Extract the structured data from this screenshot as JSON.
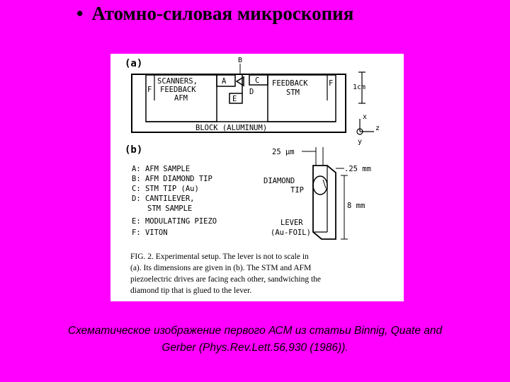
{
  "slide": {
    "bullet": "•",
    "title": "Атомно-силовая микроскопия",
    "caption_line1": "Схематическое изображение первого АСМ из статьи Binnig, Quate and",
    "caption_line2": "Gerber (Phys.Rev.Lett.56,930 (1986))."
  },
  "figure": {
    "panel_a": "(a)",
    "panel_b": "(b)",
    "label_b_top": "B",
    "scanners": "SCANNERS,",
    "feedback_afm1": "FEEDBACK",
    "feedback_afm2": "AFM",
    "label_a": "A",
    "label_c": "C",
    "label_d": "D",
    "label_e": "E",
    "label_f_left": "F",
    "label_f_right": "F",
    "feedback_stm1": "FEEDBACK",
    "feedback_stm2": "STM",
    "scale_1cm": "1cm",
    "block": "BLOCK (ALUMINUM)",
    "axis_x": "x",
    "axis_y": "y",
    "axis_z": "z",
    "dim_25um": "25 μm",
    "dim_025mm": ".25 mm",
    "dim_8mm": "8 mm",
    "diamond_tip1": "DIAMOND",
    "diamond_tip2": "TIP",
    "lever1": "LEVER",
    "lever2": "(Au-FOIL)",
    "legend": [
      "A: AFM SAMPLE",
      "B: AFM DIAMOND TIP",
      "C: STM TIP (Au)",
      "D: CANTILEVER,",
      "STM SAMPLE",
      "E: MODULATING PIEZO",
      "F: VITON"
    ],
    "fig_caption": [
      "FIG. 2.  Experimental setup.  The lever is not to scale in",
      "(a).  Its dimensions are given in (b).  The STM and AFM",
      "piezoelectric drives are facing each other, sandwiching the",
      "diamond tip that is glued to the lever."
    ]
  }
}
